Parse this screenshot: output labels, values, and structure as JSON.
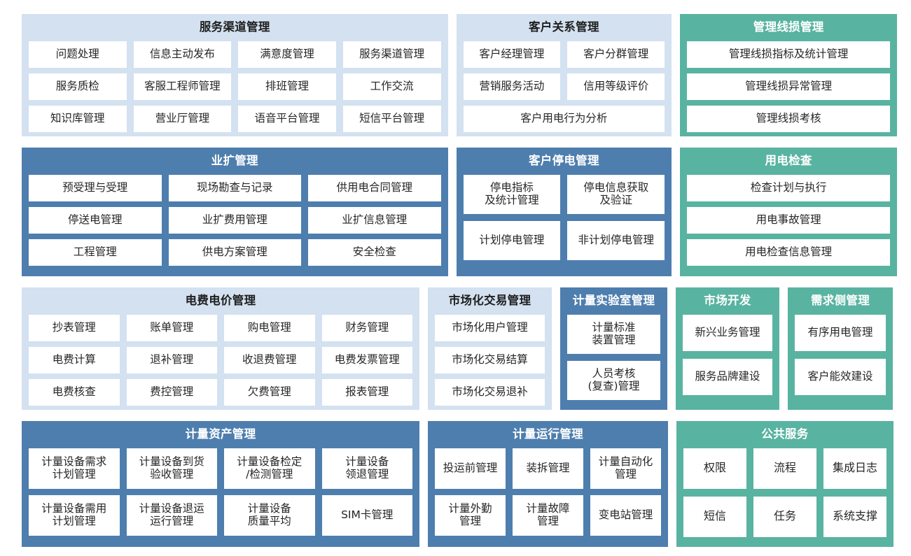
{
  "theme": {
    "light_panel_bg": "#d3e1f0",
    "blue_panel_bg": "#4e7eae",
    "teal_panel_bg": "#59b3a1",
    "cell_bg": "#ffffff",
    "cell_text": "#262626",
    "page_bg": "#ffffff"
  },
  "rows": [
    {
      "panels": [
        {
          "key": "service_channel",
          "title": "服务渠道管理",
          "style": "light",
          "cells": [
            "问题处理",
            "信息主动发布",
            "满意度管理",
            "服务渠道管理",
            "服务质检",
            "客服工程师管理",
            "排班管理",
            "工作交流",
            "知识库管理",
            "营业厅管理",
            "语音平台管理",
            "短信平台管理"
          ]
        },
        {
          "key": "customer_relationship",
          "title": "客户关系管理",
          "style": "light",
          "cells": [
            "客户经理管理",
            "客户分群管理",
            "营销服务活动",
            "信用等级评价",
            "客户用电行为分析"
          ]
        },
        {
          "key": "management_line_loss",
          "title": "管理线损管理",
          "style": "teal",
          "cells": [
            "管理线损指标及统计管理",
            "管理线损异常管理",
            "管理线损考核"
          ]
        }
      ]
    },
    {
      "panels": [
        {
          "key": "business_expansion",
          "title": "业扩管理",
          "style": "blue",
          "cells": [
            "预受理与受理",
            "现场勘查与记录",
            "供用电合同管理",
            "停送电管理",
            "业扩费用管理",
            "业扩信息管理",
            "工程管理",
            "供电方案管理",
            "安全检查"
          ]
        },
        {
          "key": "customer_outage",
          "title": "客户停电管理",
          "style": "blue",
          "cells": [
            "停电指标\n及统计管理",
            "停电信息获取\n及验证",
            "计划停电管理",
            "非计划停电管理"
          ]
        },
        {
          "key": "power_inspection",
          "title": "用电检查",
          "style": "teal",
          "cells": [
            "检查计划与执行",
            "用电事故管理",
            "用电检查信息管理"
          ]
        }
      ]
    },
    {
      "panels": [
        {
          "key": "tariff_price",
          "title": "电费电价管理",
          "style": "light",
          "cells": [
            "抄表管理",
            "账单管理",
            "购电管理",
            "财务管理",
            "电费计算",
            "退补管理",
            "收退费管理",
            "电费发票管理",
            "电费核查",
            "费控管理",
            "欠费管理",
            "报表管理"
          ]
        },
        {
          "key": "market_trading",
          "title": "市场化交易管理",
          "style": "light",
          "cells": [
            "市场化用户管理",
            "市场化交易结算",
            "市场化交易退补"
          ]
        },
        {
          "key": "metering_lab",
          "title": "计量实验室管理",
          "style": "blue",
          "cells": [
            "计量标准\n装置管理",
            "人员考核\n(复查)管理"
          ]
        },
        {
          "key": "market_development",
          "title": "市场开发",
          "style": "teal",
          "cells": [
            "新兴业务管理",
            "服务品牌建设"
          ]
        },
        {
          "key": "demand_side",
          "title": "需求侧管理",
          "style": "teal",
          "cells": [
            "有序用电管理",
            "客户能效建设"
          ]
        }
      ]
    },
    {
      "panels": [
        {
          "key": "metering_asset",
          "title": "计量资产管理",
          "style": "blue",
          "cells": [
            "计量设备需求\n计划管理",
            "计量设备到货\n验收管理",
            "计量设备检定\n/检测管理",
            "计量设备\n领退管理",
            "计量设备需用\n计划管理",
            "计量设备退运\n运行管理",
            "计量设备\n质量平均",
            "SIM卡管理"
          ]
        },
        {
          "key": "metering_operation",
          "title": "计量运行管理",
          "style": "blue",
          "cells": [
            "投运前管理",
            "装拆管理",
            "计量自动化\n管理",
            "计量外勤\n管理",
            "计量故障\n管理",
            "变电站管理"
          ]
        },
        {
          "key": "public_service",
          "title": "公共服务",
          "style": "teal",
          "cells": [
            "权限",
            "流程",
            "集成日志",
            "短信",
            "任务",
            "系统支撑"
          ]
        }
      ]
    }
  ]
}
